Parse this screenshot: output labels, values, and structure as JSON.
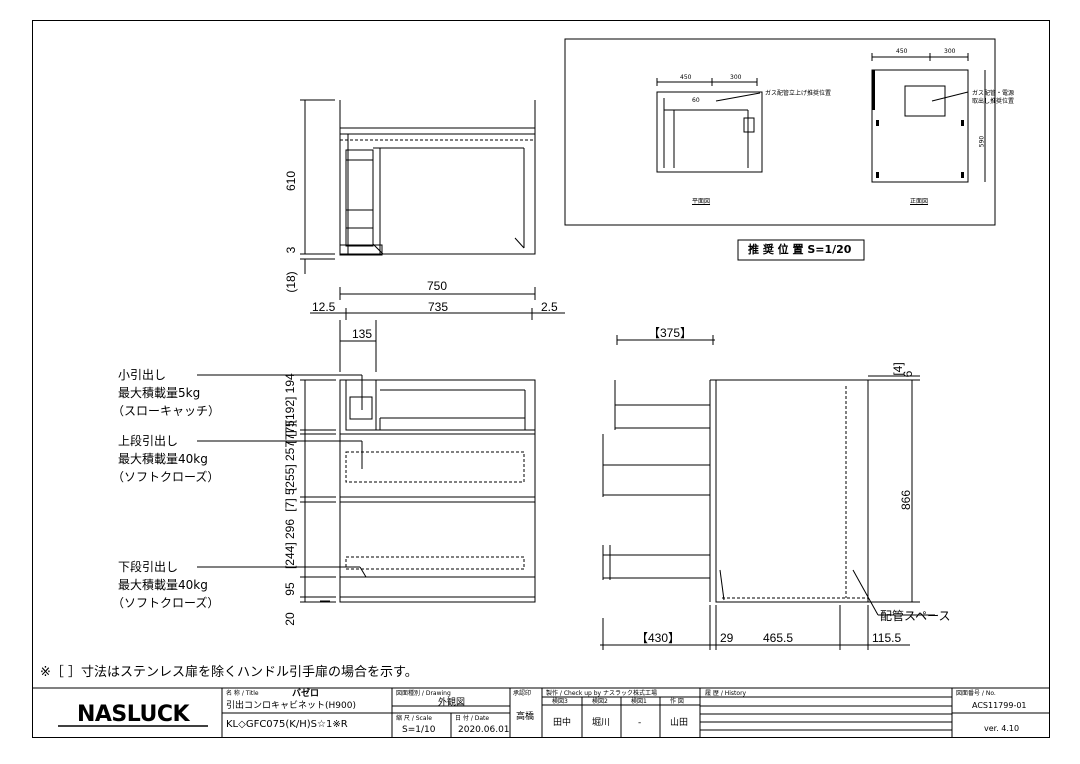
{
  "top_view": {
    "dims_vertical": [
      "610",
      "3",
      "(18)"
    ],
    "dims_horizontal": [
      "750",
      "12.5",
      "735",
      "2.5"
    ]
  },
  "recommended_position": {
    "plan_dims": [
      "450",
      "300"
    ],
    "plan_dim_small": "60",
    "plan_note": "ガス配管立上げ推奨位置",
    "plan_caption": "平面図",
    "front_dims": [
      "450",
      "300"
    ],
    "front_dim_v": "590",
    "front_note_1": "ガス配管・電源",
    "front_note_2": "取出し推奨位置",
    "front_caption": "正面図",
    "label": "推 奨 位 置 S=1/20"
  },
  "front_view": {
    "dim_135": "135",
    "drawer_small": [
      "小引出し",
      "最大積載量5kg",
      "（スローキャッチ）"
    ],
    "drawer_upper": [
      "上段引出し",
      "最大積載量40kg",
      "（ソフトクローズ）"
    ],
    "drawer_lower": [
      "下段引出し",
      "最大積載量40kg",
      "（ソフトクローズ）"
    ],
    "dims_vertical": [
      "[7][192] 194",
      "[7] 5",
      "[255] 257",
      "[7] 5",
      "[244] 296",
      "95",
      "20"
    ]
  },
  "side_view": {
    "dim_top": "【375】",
    "dim_small": [
      "[4]",
      "6"
    ],
    "dim_height": "866",
    "pipe_space": "配管スペース",
    "dims_bottom": [
      "【430】",
      "29",
      "465.5",
      "115.5"
    ]
  },
  "note": "※［ ］寸法はステンレス扉を除くハンドル引手扉の場合を示す。",
  "title_block": {
    "logo": "NASLUCK",
    "name_label": "名 称 / Title",
    "name_value": "バゼロ",
    "name_line2": "引出コンロキャビネット(H900)",
    "model": "KL◇GFC075(K/H)S☆1※R",
    "drawing_label": "図面種別 / Drawing",
    "drawing_value": "外観図",
    "scale_label": "縮 尺 / Scale",
    "scale_value": "S=1/10",
    "date_label": "日 付 / Date",
    "date_value": "2020.06.01",
    "approver_label": "承認印",
    "approver_value": "高橋",
    "check_label": "製作 / Check up by ナスラック株式工場",
    "check_heads": [
      "検図3",
      "検図2",
      "検図1",
      "作 図"
    ],
    "check_values": [
      "田中",
      "堀川",
      "-",
      "山田"
    ],
    "history_label": "履 歴 / History",
    "number_label": "図面番号 / No.",
    "number_value": "ACS11799-01",
    "version": "ver. 4.10"
  }
}
